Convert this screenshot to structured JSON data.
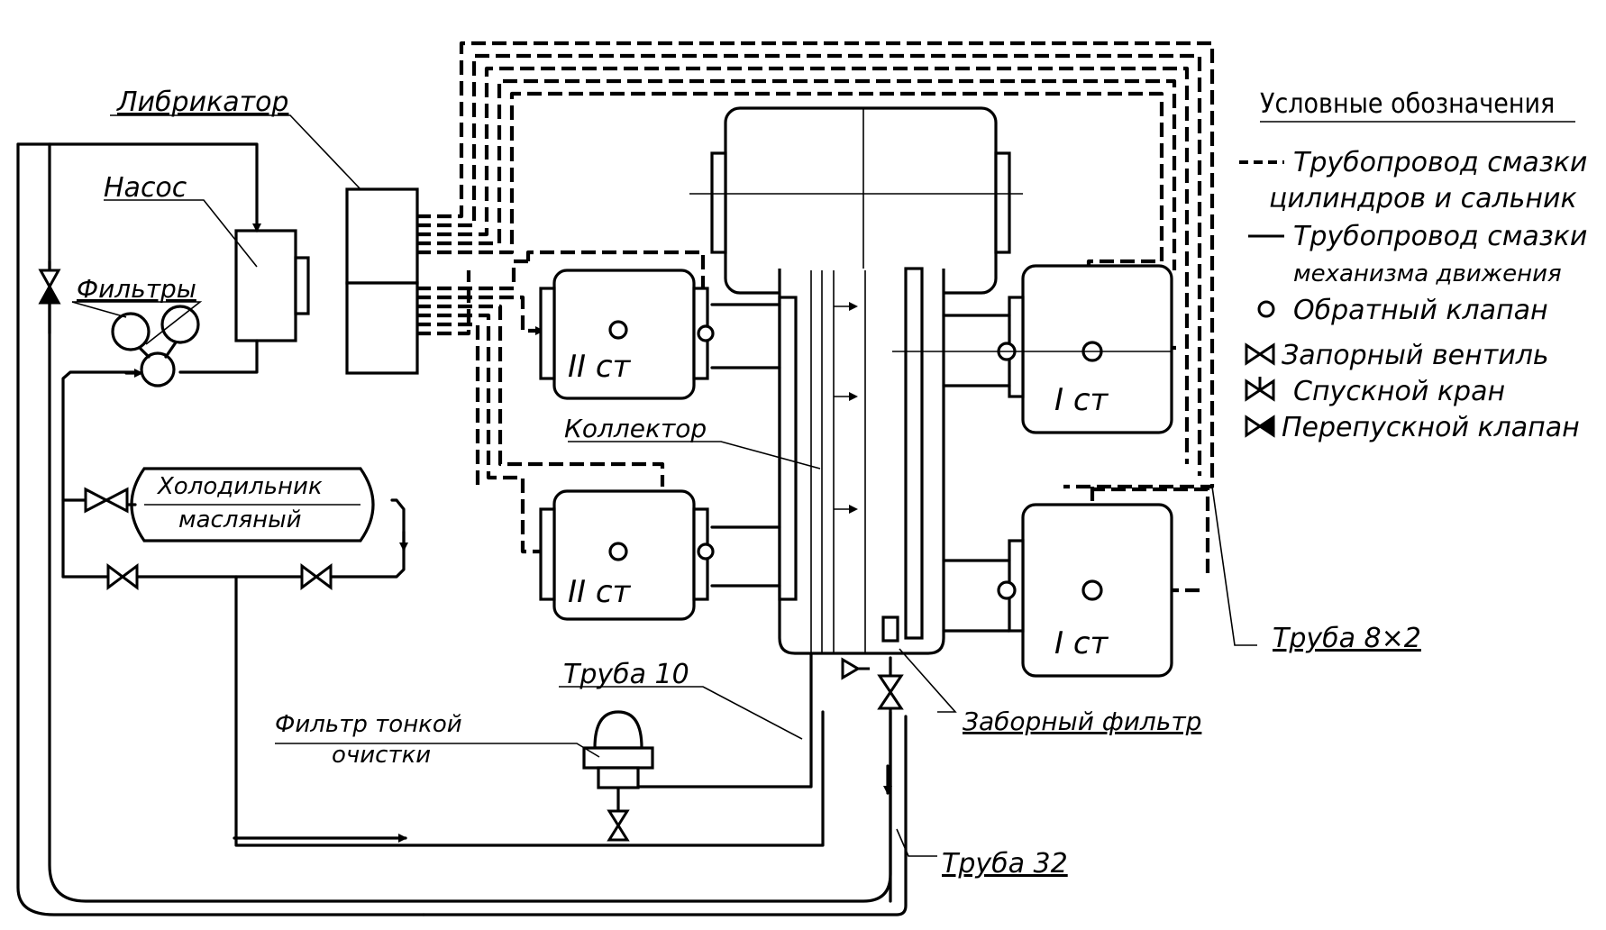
{
  "labels": {
    "lubricator": "Либрикатор",
    "pump": "Насос",
    "filters": "Фильтры",
    "cooler_line1": "Холодильник",
    "cooler_line2": "масляный",
    "collector": "Коллектор",
    "fine_filter_line1": "Фильтр тонкой",
    "fine_filter_line2": "очистки",
    "pipe_10": "Труба 10",
    "pipe_32": "Труба 32",
    "pipe_8x2": "Труба 8×2",
    "intake_filter": "Заборный фильтр",
    "stage2_upper": "II ст",
    "stage2_lower": "II ст",
    "stage1_upper": "I ст",
    "stage1_lower": "I ст"
  },
  "legend": {
    "title": "Условные обозначения",
    "items": [
      {
        "symbol": "dashed-line-icon",
        "text_line1": "Трубопровод смазки",
        "text_line2": "цилиндров и сальник"
      },
      {
        "symbol": "solid-line-icon",
        "text_line1": "Трубопровод смазки",
        "text_line2": "механизма движения"
      },
      {
        "symbol": "check-valve-icon",
        "text_line1": "Обратный клапан"
      },
      {
        "symbol": "shutoff-valve-icon",
        "text_line1": "Запорный вентиль"
      },
      {
        "symbol": "drain-cock-icon",
        "text_line1": "Спускной кран"
      },
      {
        "symbol": "bypass-valve-icon",
        "text_line1": "Перепускной клапан"
      }
    ]
  }
}
